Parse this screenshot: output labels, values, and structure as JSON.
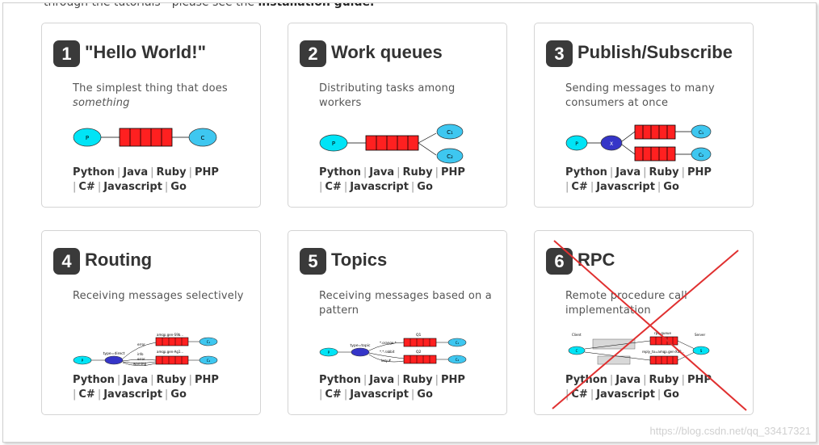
{
  "intro": {
    "text_prefix": "through the tutorials—please see the ",
    "link": "installation guide."
  },
  "cards": [
    {
      "number": "1",
      "title": "\"Hello World!\"",
      "desc": "The simplest thing that does",
      "desc_em": "something",
      "diagram": "producer-queue-consumer",
      "langs": [
        "Python",
        "Java",
        "Ruby",
        "PHP",
        "C#",
        "Javascript",
        "Go"
      ]
    },
    {
      "number": "2",
      "title": "Work queues",
      "desc": "Distributing tasks among workers",
      "desc_em": "",
      "diagram": "work-queue",
      "langs": [
        "Python",
        "Java",
        "Ruby",
        "PHP",
        "C#",
        "Javascript",
        "Go"
      ]
    },
    {
      "number": "3",
      "title": "Publish/Subscribe",
      "desc": "Sending messages to many consumers at once",
      "desc_em": "",
      "diagram": "fanout-exchange",
      "langs": [
        "Python",
        "Java",
        "Ruby",
        "PHP",
        "C#",
        "Javascript",
        "Go"
      ]
    },
    {
      "number": "4",
      "title": "Routing",
      "desc": "Receiving messages selectively",
      "desc_em": "",
      "diagram": "direct-exchange",
      "diagram_labels": {
        "exchange": "type=direct",
        "k1": "error",
        "k2": "info",
        "k3": "error",
        "k4": "warning",
        "q1": "amqp.gen-S9b...",
        "q2": "amqp.gen-Ag1..."
      },
      "langs": [
        "Python",
        "Java",
        "Ruby",
        "PHP",
        "C#",
        "Javascript",
        "Go"
      ]
    },
    {
      "number": "5",
      "title": "Topics",
      "desc": "Receiving messages based on a pattern",
      "desc_em": "",
      "diagram": "topic-exchange",
      "diagram_labels": {
        "exchange": "type=topic",
        "k1": "*.orange.*",
        "k2": "*.*.rabbit",
        "k3": "lazy.#",
        "q1": "Q1",
        "q2": "Q2"
      },
      "langs": [
        "Python",
        "Java",
        "Ruby",
        "PHP",
        "C#",
        "Javascript",
        "Go"
      ]
    },
    {
      "number": "6",
      "title": "RPC",
      "desc": "Remote procedure call implementation",
      "desc_em": "",
      "diagram": "rpc",
      "diagram_labels": {
        "client": "Client",
        "server": "Server",
        "rpc_queue": "rpc_queue",
        "reply": "reply_to=amqp.gen-Xa2..."
      },
      "crossed_out": true,
      "langs": [
        "Python",
        "Java",
        "Ruby",
        "PHP",
        "C#",
        "Javascript",
        "Go"
      ]
    }
  ],
  "watermark": "https://blog.csdn.net/qq_33417321",
  "colors": {
    "node": "#00e4f6",
    "queue": "#ff2020",
    "exchange": "#3535c8",
    "cross": "#e03030"
  }
}
